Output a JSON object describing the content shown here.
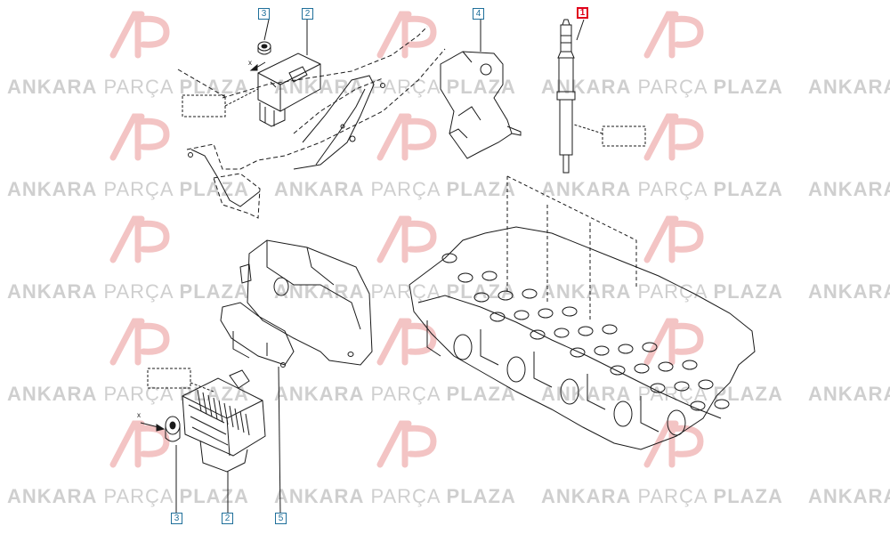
{
  "watermark": {
    "word1": "ANKARA",
    "word2": "PARÇA",
    "word3": "PLAZA",
    "logo_mark": "AP",
    "color": "#cfcfcf",
    "logo_color": "#f3c4c4"
  },
  "callouts": {
    "glow_plug": "1",
    "relay_upper": "2",
    "nut_upper": "3",
    "bracket": "4",
    "relay_lower": "2",
    "nut_lower": "3",
    "support_bracket": "5"
  },
  "markers": {
    "x_upper": "x",
    "x_lower": "x"
  },
  "colors": {
    "line": "#1a1a1a",
    "callout_border": "#1f6f9a",
    "highlight": "#e0001b"
  }
}
